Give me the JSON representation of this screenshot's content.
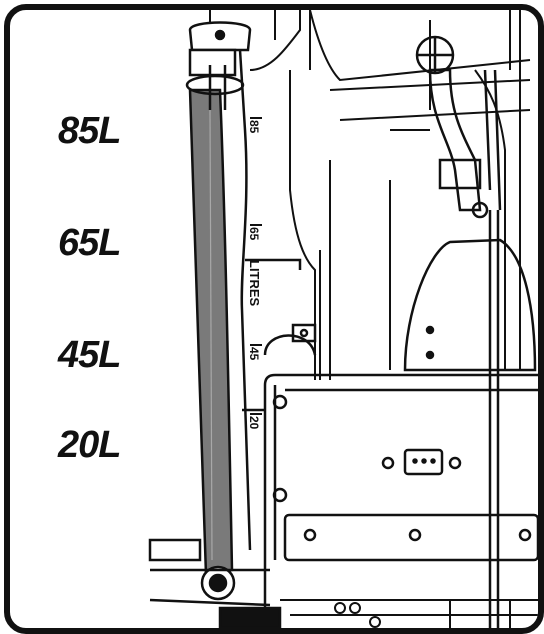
{
  "labels": {
    "l85": "85L",
    "l65": "65L",
    "l45": "45L",
    "l20": "20L"
  },
  "scale": {
    "unit": "LITRES",
    "m85": "85",
    "m65": "65",
    "m45": "45",
    "m20": "20"
  },
  "colors": {
    "tube": "#7a7a7a",
    "line": "#111111",
    "frame": "#111111"
  }
}
